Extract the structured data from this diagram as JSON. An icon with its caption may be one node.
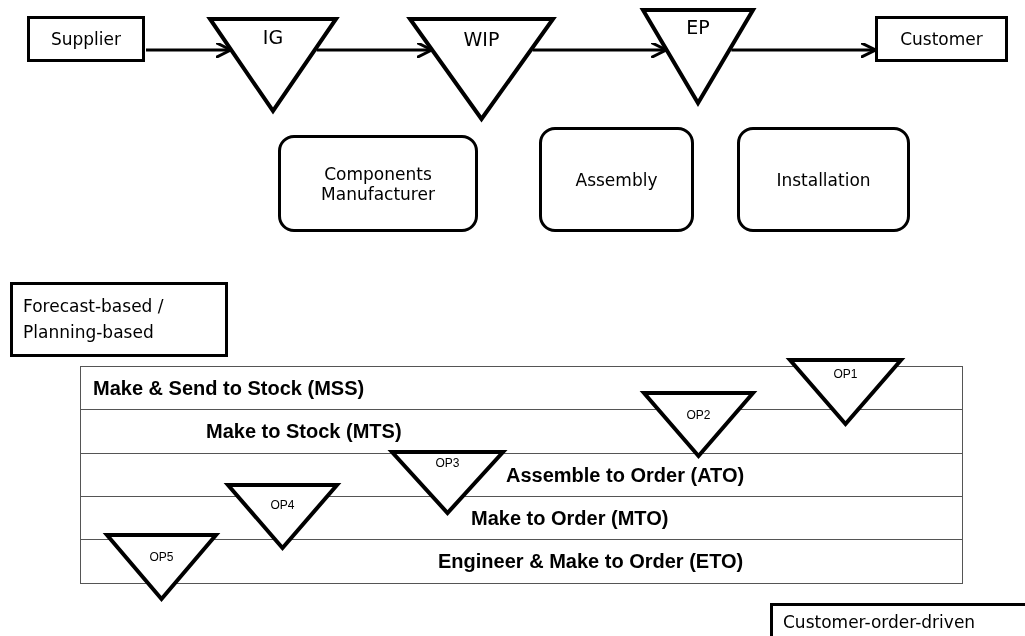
{
  "diagram": {
    "nodes": [
      {
        "text": [
          "Supplier"
        ]
      },
      {
        "text": [
          "IG"
        ]
      },
      {
        "text": [
          "WIP"
        ]
      },
      {
        "text": [
          "EP"
        ]
      },
      {
        "text": [
          "Customer"
        ]
      },
      {
        "text": [
          "Components Manufacturer"
        ]
      },
      {
        "text": [
          "Assembly"
        ]
      },
      {
        "text": [
          "Installation"
        ]
      },
      {
        "text": [
          "Forecast-based / Planning-based"
        ]
      },
      {
        "text": [
          "Make & Send to Stock (MSS)"
        ]
      },
      {
        "text": [
          "Make to Stock (MTS)"
        ]
      },
      {
        "text": [
          "Assemble to Order (ATO)"
        ]
      },
      {
        "text": [
          "Make to Order (MTO)"
        ]
      },
      {
        "text": [
          "Engineer & Make to Order (ETO)"
        ]
      },
      {
        "text": [
          "OP1"
        ]
      },
      {
        "text": [
          "OP2"
        ]
      },
      {
        "text": [
          "OP3"
        ]
      },
      {
        "text": [
          "OP4"
        ]
      },
      {
        "text": [
          "OP5"
        ]
      },
      {
        "text": [
          "Customer-order-driven"
        ]
      }
    ],
    "edges": [
      {
        "from": 0,
        "to": 1,
        "arrow": "to"
      },
      {
        "from": 1,
        "to": 2,
        "arrow": "to"
      },
      {
        "from": 2,
        "to": 3,
        "arrow": "to"
      },
      {
        "from": 3,
        "to": 4,
        "arrow": "to"
      }
    ]
  }
}
